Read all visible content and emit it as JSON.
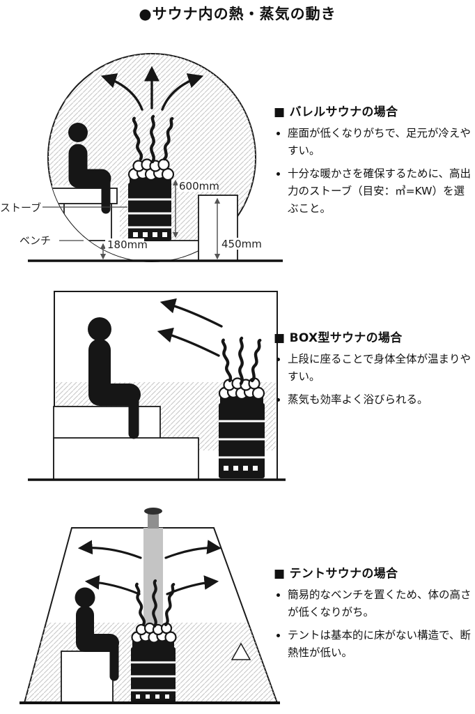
{
  "title": "●サウナ内の熱・蒸気の動き",
  "sections": [
    {
      "heading": "■ バレルサウナの場合",
      "bullets": [
        "座面が低くなりがちで、足元が冷えやすい。",
        "十分な暖かさを確保するために、高出力のストーブ（目安：㎥=KW）を選ぶこと。"
      ],
      "annotations": {
        "stove": "ストーブ",
        "bench": "ベンチ",
        "dim_600": "600mm",
        "dim_180": "180mm",
        "dim_450": "450mm"
      }
    },
    {
      "heading": "■ BOX型サウナの場合",
      "bullets": [
        "上段に座ることで身体全体が温まりやすい。",
        "蒸気も効率よく浴びられる。"
      ]
    },
    {
      "heading": "■ テントサウナの場合",
      "bullets": [
        "簡易的なベンチを置くため、体の高さが低くなりがち。",
        "テントは基本的に床がない構造で、断熱性が低い。"
      ]
    }
  ]
}
